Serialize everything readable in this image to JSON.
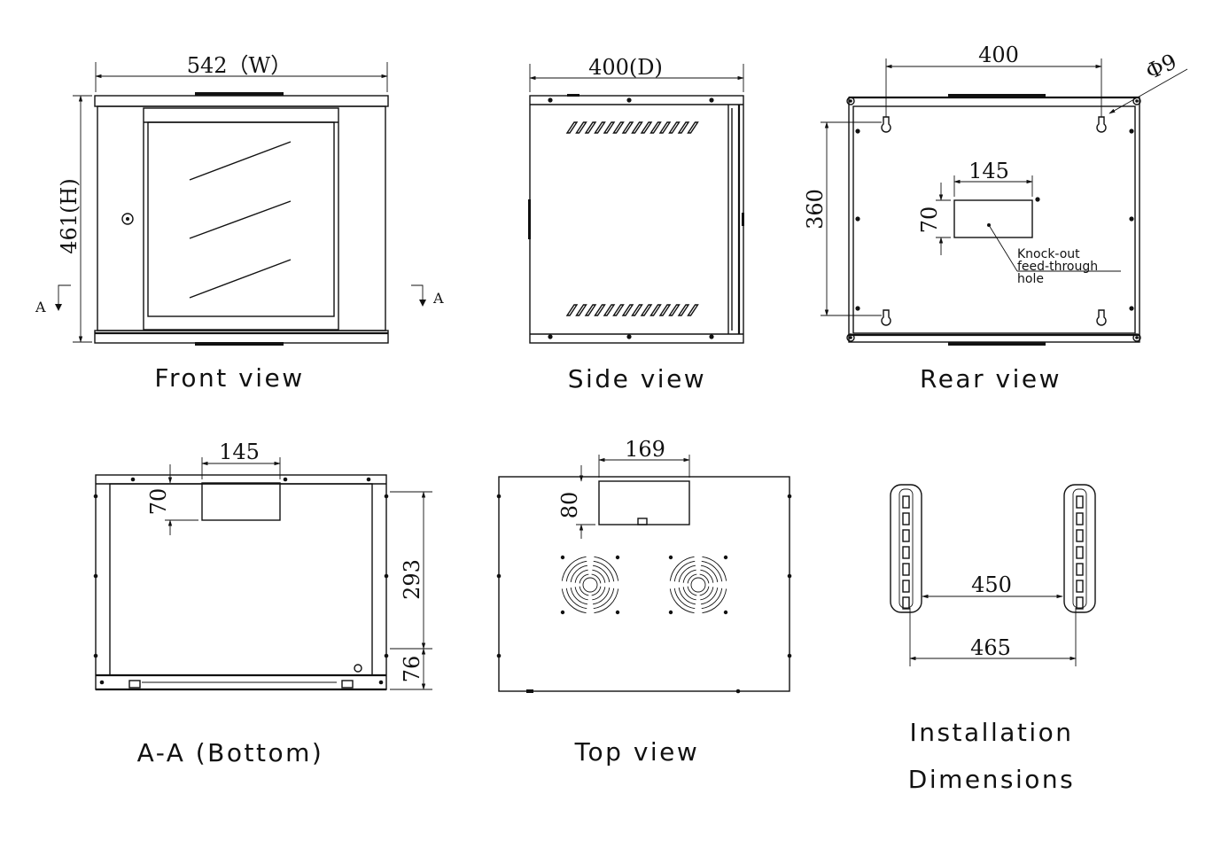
{
  "views": {
    "front": {
      "caption": "Front view",
      "width_label": "542（W）",
      "height_label": "461(H)",
      "section_marker_left": "A",
      "section_marker_right": "A"
    },
    "side": {
      "caption": "Side view",
      "depth_label": "400(D)"
    },
    "rear": {
      "caption": "Rear view",
      "hole_spacing_label": "400",
      "hole_diameter_label": "Φ9",
      "vertical_spacing_label": "360",
      "knockout_width_label": "145",
      "knockout_height_label": "70",
      "knockout_note": [
        "Knock-out",
        "feed-through",
        "hole"
      ]
    },
    "bottom": {
      "caption": "A-A (Bottom)",
      "knockout_width_label": "145",
      "knockout_height_label": "70",
      "depth_upper_label": "293",
      "depth_lower_label": "76"
    },
    "top": {
      "caption": "Top view",
      "knockout_width_label": "169",
      "knockout_height_label": "80"
    },
    "installation": {
      "caption_line1": "Installation",
      "caption_line2": "Dimensions",
      "inner_width_label": "450",
      "outer_width_label": "465"
    }
  }
}
